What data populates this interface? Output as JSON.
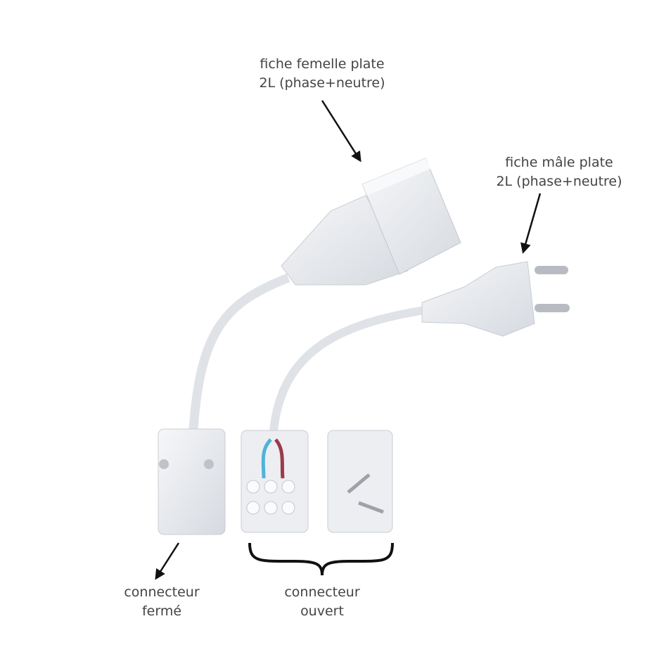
{
  "labels": {
    "female_plug": {
      "line1": "fiche femelle plate",
      "line2": "2L (phase+neutre)"
    },
    "male_plug": {
      "line1": "fiche mâle plate",
      "line2": "2L (phase+neutre)"
    },
    "closed_connector": {
      "line1": "connecteur",
      "line2": "fermé"
    },
    "open_connector": {
      "line1": "connecteur",
      "line2": "ouvert"
    }
  },
  "colors": {
    "plastic": "#eef0f3",
    "shade": "#cfd3da",
    "arrow": "#111111",
    "text": "#444444",
    "wire_blue": "#4fb3d9",
    "wire_brown": "#9b3b4a"
  }
}
